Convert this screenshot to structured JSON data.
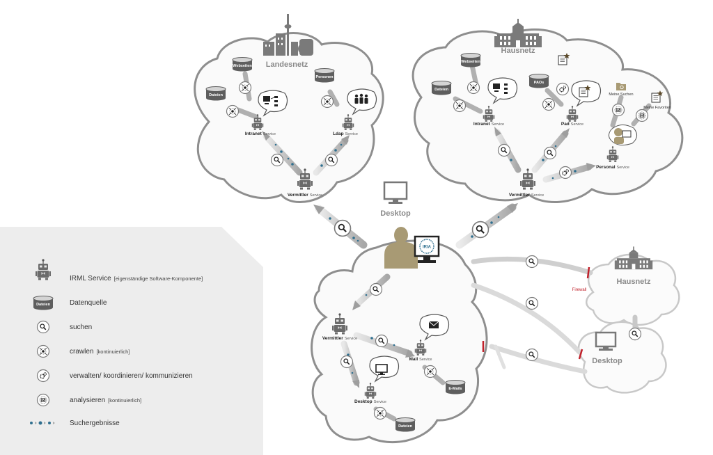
{
  "clouds": {
    "landesnetz": "Landesnetz",
    "hausnetz_top": "Hausnetz",
    "desktop_center": "Desktop",
    "hausnetz_right": "Hausnetz",
    "desktop_right": "Desktop"
  },
  "services": {
    "vermittler": "Vermittler",
    "intranet": "Intranet",
    "ldap": "Ldap",
    "pad": "Pad",
    "personal": "Personal",
    "mail": "Mail",
    "desktop": "Desktop",
    "suffix": "Service"
  },
  "datasources": {
    "dateien": "Dateien",
    "webseiten": "Webseiten",
    "personen": "Personen",
    "paos": "PAOs",
    "emails": "E-Mails"
  },
  "docs": {
    "meine_suchen": "Meine Suchen",
    "meine_favoriten": "Meine Favoriten"
  },
  "badge_text": "IRIA",
  "firewall": "Firewall",
  "legend": {
    "service": "IRML Service",
    "service_note": "[eigenständige Software-Komponente]",
    "datasource": "Datenquelle",
    "datasource_icon_label": "Dateien",
    "search": "suchen",
    "crawl": "crawlen",
    "crawl_note": "[kontinuierlich]",
    "manage": "verwalten/ koordinieren/ kommunizieren",
    "analyze": "analysieren",
    "analyze_note": "[kontinuierlich]",
    "results": "Suchergebnisse"
  },
  "colors": {
    "accent_blue": "#2f6f8f",
    "cloud_stroke": "#8e8e8e",
    "firewall_red": "#c0202a",
    "person": "#a89a74",
    "legend_bg": "#ededed"
  }
}
